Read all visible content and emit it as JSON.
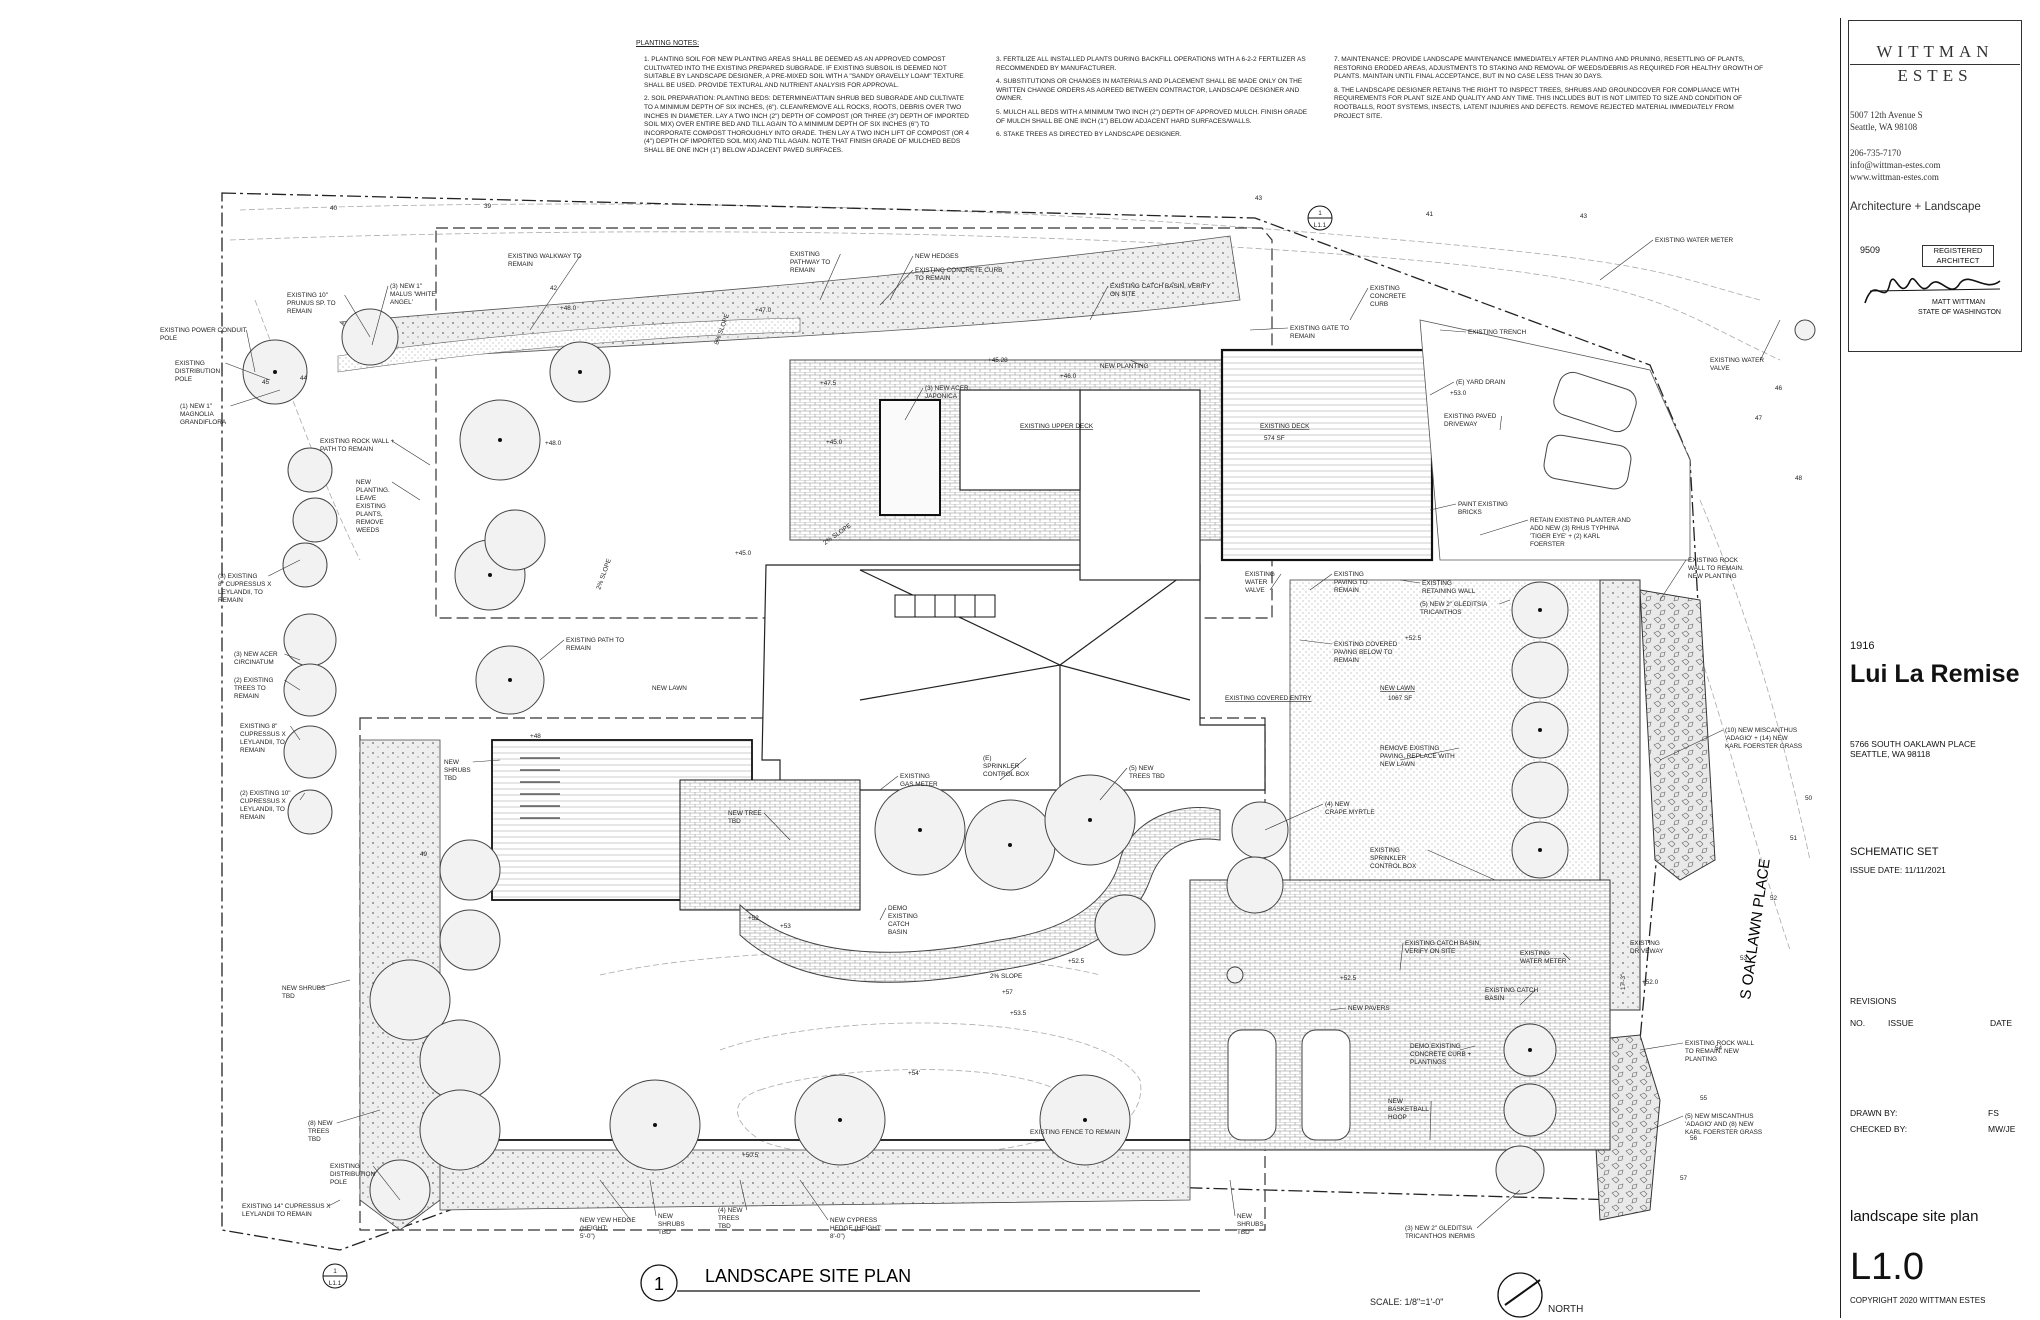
{
  "notes": {
    "title": "PLANTING NOTES:",
    "items": [
      "1.   PLANTING SOIL FOR NEW PLANTING AREAS SHALL BE DEEMED AS AN APPROVED COMPOST CULTIVATED INTO THE EXISTING PREPARED SUBGRADE.  IF EXISTING SUBSOIL IS DEEMED NOT SUITABLE BY LANDSCAPE DESIGNER, A PRE-MIXED SOIL WITH A \"SANDY GRAVELLY LOAM\" TEXTURE SHALL BE USED.  PROVIDE TEXTURAL AND NUTRIENT ANALYSIS FOR APPROVAL.",
      "2.   SOIL PREPARATION: PLANTING BEDS: DETERMINE/ATTAIN SHRUB BED SUBGRADE AND CULTIVATE TO A MINIMUM DEPTH OF SIX INCHES, (6\"). CLEAN/REMOVE ALL ROCKS, ROOTS, DEBRIS OVER TWO INCHES IN DIAMETER.  LAY A TWO INCH (2\") DEPTH OF COMPOST (OR THREE (3\") DEPTH OF IMPORTED SOIL MIX) OVER ENTIRE BED AND TILL AGAIN TO A MINIMUM DEPTH OF SIX INCHES (6\") TO INCORPORATE COMPOST THOROUGHLY INTO GRADE.  THEN LAY A TWO INCH LIFT OF COMPOST (OR 4 (4\") DEPTH OF IMPORTED SOIL MIX) AND TILL AGAIN.  NOTE THAT FINISH GRADE OF MULCHED BEDS SHALL BE ONE INCH (1\") BELOW ADJACENT PAVED SURFACES.",
      "3.   FERTILIZE ALL INSTALLED PLANTS DURING BACKFILL OPERATIONS WITH A 6-2-2 FERTILIZER AS RECOMMENDED BY MANUFACTURER.",
      "4.   SUBSTITUTIONS OR CHANGES IN MATERIALS AND PLACEMENT SHALL BE MADE ONLY ON THE WRITTEN CHANGE ORDERS AS AGREED BETWEEN CONTRACTOR, LANDSCAPE DESIGNER AND OWNER.",
      "5.   MULCH ALL BEDS WITH A MINIMUM TWO INCH (2\") DEPTH OF APPROVED MULCH.  FINISH GRADE OF MULCH SHALL BE ONE INCH (1\") BELOW ADJACENT HARD SURFACES/WALLS.",
      "6.   STAKE TREES AS DIRECTED BY LANDSCAPE DESIGNER.",
      "7.   MAINTENANCE: PROVIDE LANDSCAPE MAINTENANCE IMMEDIATELY AFTER PLANTING AND PRUNING, RESETTLING OF PLANTS, RESTORING ERODED AREAS, ADJUSTMENTS TO STAKING AND REMOVAL OF WEEDS/DEBRIS AS REQUIRED FOR HEALTHY GROWTH OF PLANTS.  MAINTAIN UNTIL FINAL ACCEPTANCE, BUT IN NO CASE LESS THAN 30 DAYS.",
      "8.   THE LANDSCAPE DESIGNER  RETAINS THE RIGHT TO INSPECT TREES, SHRUBS AND GROUNDCOVER FOR COMPLIANCE WITH REQUIREMENTS FOR PLANT SIZE AND QUALITY AND ANY TIME. THIS INCLUDES BUT IS NOT LIMITED TO SIZE AND CONDITION OF ROOTBALLS, ROOT SYSTEMS, INSECTS, LATENT INJURIES AND DEFECTS.  REMOVE REJECTED MATERIAL IMMEDIATELY FROM PROJECT SITE."
    ]
  },
  "title_block": {
    "firm_line1": "WITTMAN",
    "firm_line2": "ESTES",
    "address1": "5007 12th Avenue S",
    "address2": "Seattle, WA 98108",
    "phone": "206-735-7170",
    "email": "info@wittman-estes.com",
    "web": "www.wittman-estes.com",
    "discipline": "Architecture + Landscape",
    "stamp_number": "9509",
    "stamp_line1": "REGISTERED",
    "stamp_line2": "ARCHITECT",
    "stamp_name": "MATT WITTMAN",
    "stamp_state": "STATE OF WASHINGTON",
    "project_number": "1916",
    "project_name": "Lui La Remise",
    "project_address1": "5766 SOUTH OAKLAWN PLACE",
    "project_address2": "SEATTLE, WA 98118",
    "set_name": "SCHEMATIC SET",
    "issue_date": "ISSUE DATE: 11/11/2021",
    "revisions_label": "REVISIONS",
    "rev_no": "NO.",
    "rev_issue": "ISSUE",
    "rev_date": "DATE",
    "drawn_by_label": "DRAWN BY:",
    "drawn_by": "FS",
    "checked_by_label": "CHECKED BY:",
    "checked_by": "MW/JE",
    "drawing_title": "landscape site plan",
    "sheet_number": "L1.0",
    "copyright": "COPYRIGHT 2020 WITTMAN ESTES"
  },
  "plan": {
    "title_number": "1",
    "title": "LANDSCAPE SITE PLAN",
    "scale": "SCALE: 1/8\"=1'-0\"",
    "north": "NORTH",
    "ref_tag": "L1.1",
    "ref_num": "1",
    "street": "S OAKLAWN PLACE",
    "rooms": {
      "upper_deck": "EXISTING UPPER DECK",
      "deck": "EXISTING DECK",
      "deck_area": "574 SF",
      "covered_entry": "EXISTING COVERED ENTRY",
      "new_lawn": "NEW LAWN",
      "new_lawn2": "NEW LAWN",
      "lawn_area": "1067 SF"
    },
    "slopes": [
      "2% SLOPE",
      "8% SLOPE",
      "2% SLOPE",
      "2% SLOPE",
      "2% SLOPE"
    ],
    "spot_elevations": [
      "+47.0",
      "+48.0",
      "+47.5",
      "+45.0",
      "+48.0",
      "+45.0",
      "+45.28",
      "+46.0",
      "+53.0",
      "+52.5",
      "+52",
      "+52.5",
      "+53",
      "+57",
      "+53.5",
      "+54'",
      "+50.5'",
      "+52.5",
      "+52.0",
      "+48"
    ],
    "contours": [
      "40",
      "39",
      "43",
      "42",
      "41",
      "43",
      "44",
      "45",
      "46",
      "47",
      "48",
      "49",
      "50",
      "51",
      "52",
      "53",
      "54",
      "55",
      "56",
      "57"
    ],
    "callouts": {
      "existing_power_conduit": "EXISTING POWER CONDUIT POLE",
      "existing_distribution_pole": "EXISTING DISTRIBUTION POLE",
      "existing_prunus": "EXISTING 10\" PRUNUS SP. TO REMAIN",
      "new_malus": "(3) NEW 1\" MALUS 'WHITE ANGEL'",
      "existing_walkway": "EXISTING WALKWAY TO REMAIN",
      "existing_pathway": "EXISTING PATHWAY TO REMAIN",
      "new_hedges": "NEW HEDGES",
      "existing_concrete_curb": "EXISTING CONCRETE CURB TO REMAIN",
      "existing_catch_basin_top": "EXISTING CATCH BASIN, VERIFY ON SITE",
      "existing_gate": "EXISTING GATE TO REMAIN",
      "existing_concrete_curb2": "EXISTING CONCRETE CURB",
      "existing_trench": "EXISTING TRENCH",
      "existing_water_meter_top": "EXISTING WATER METER",
      "existing_water_valve": "EXISTING WATER VALVE",
      "e_yard_drain": "(E) YARD DRAIN",
      "existing_paved_driveway": "EXISTING PAVED DRIVEWAY",
      "new_magnolia": "(1) NEW 1\" MAGNOLIA GRANDIFLORA",
      "existing_rock_wall_path": "EXISTING ROCK WALL + PATH TO REMAIN",
      "new_planting_leave": "NEW PLANTING. LEAVE EXISTING PLANTS, REMOVE WEEDS",
      "new_acer_japonica": "(3) NEW ACER JAPONICA",
      "new_planting_top": "NEW PLANTING",
      "paint_existing_bricks": "PAINT EXISTING BRICKS",
      "retain_planter": "RETAIN EXISTING PLANTER AND ADD NEW (3) RHUS TYPHINA 'TIGER EYE' + (2) KARL FOERSTER",
      "existing_rock_wall_right": "EXISTING ROCK WALL TO REMAIN. NEW PLANTING",
      "existing_cupressus_3": "(3) EXISTING 8\" CUPRESSUS X LEYLANDII, TO REMAIN",
      "existing_water_valve2": "EXISTING WATER VALVE",
      "existing_paving": "EXISTING PAVING TO REMAIN",
      "existing_retaining_wall": "EXISTING RETAINING WALL",
      "new_gleditsia_5": "(5) NEW 2\" GLEDITSIA TRICANTHOS",
      "existing_covered_paving": "EXISTING COVERED PAVING BELOW TO REMAIN",
      "new_acer_circinatum": "(3) NEW ACER CIRCINATUM",
      "existing_path": "EXISTING PATH TO REMAIN",
      "existing_trees_2": "(2) EXISTING TREES TO REMAIN",
      "existing_cupressus_8": "EXISTING 8\" CUPRESSUS X LEYLANDII, TO REMAIN",
      "existing_cupressus_10": "(2) EXISTING 10\" CUPRESSUS X LEYLANDII, TO REMAIN",
      "new_shrubs_tbd_left": "NEW SHRUBS TBD",
      "new_tree_tbd": "NEW TREE TBD",
      "existing_gas_meter": "EXISTING GAS METER",
      "e_sprinkler": "(E) SPRINKLER CONTROL BOX",
      "new_trees_5": "(5) NEW TREES TBD",
      "remove_paving": "REMOVE EXISTING PAVING, REPLACE WITH NEW LAWN",
      "new_miscanthus_10": "(10) NEW MISCANTHUS 'ADAGIO' + (14) NEW KARL FOERSTER GRASS",
      "new_crape_myrtle": "(4) NEW CRAPE MYRTLE",
      "existing_sprinkler": "EXISTING SPRINKLER CONTROL BOX",
      "demo_catch_basin": "DEMO EXISTING CATCH BASIN",
      "existing_catch_basin_verify": "EXISTING CATCH BASIN, VERIFY ON SITE",
      "existing_water_meter": "EXISTING WATER METER",
      "new_shrubs_tbd_left2": "NEW SHRUBS TBD",
      "new_pavers": "NEW PAVERS",
      "existing_catch_basin": "EXISTING CATCH BASIN",
      "demo_concrete_curb": "DEMO EXISTING CONCRETE CURB + PLANTINGS",
      "existing_driveway": "EXISTING DRIVEWAY",
      "driveway_width": "17'-3\"",
      "existing_rock_wall_bottom": "EXISTING ROCK WALL TO REMAIN. NEW PLANTING",
      "new_miscanthus_5": "(5) NEW MISCANTHUS 'ADAGIO' AND (8) NEW KARL FOERSTER GRASS",
      "new_basketball": "NEW BASKETBALL HOOP",
      "new_trees_8": "(8) NEW TREES TBD",
      "existing_distribution_pole2": "EXISTING DISTRIBUTION POLE",
      "existing_cupressus_14": "EXISTING 14\" CUPRESSUS X LEYLANDII TO REMAIN",
      "new_yew_hedge": "NEW YEW HEDGE (HEIGHT: 5'-0\")",
      "new_shrubs_tbd_bottom": "NEW SHRUBS TBD",
      "new_trees_4": "(4) NEW TREES TBD",
      "new_cypress_hedge": "NEW CYPRESS HEDGE (HEIGHT: 8'-0\")",
      "existing_fence": "EXISTING FENCE TO REMAIN",
      "new_shrubs_tbd_right": "NEW SHRUBS TBD",
      "new_gleditsia_3": "(3) NEW 2\" GLEDITSIA TRICANTHOS INERMIS"
    }
  }
}
